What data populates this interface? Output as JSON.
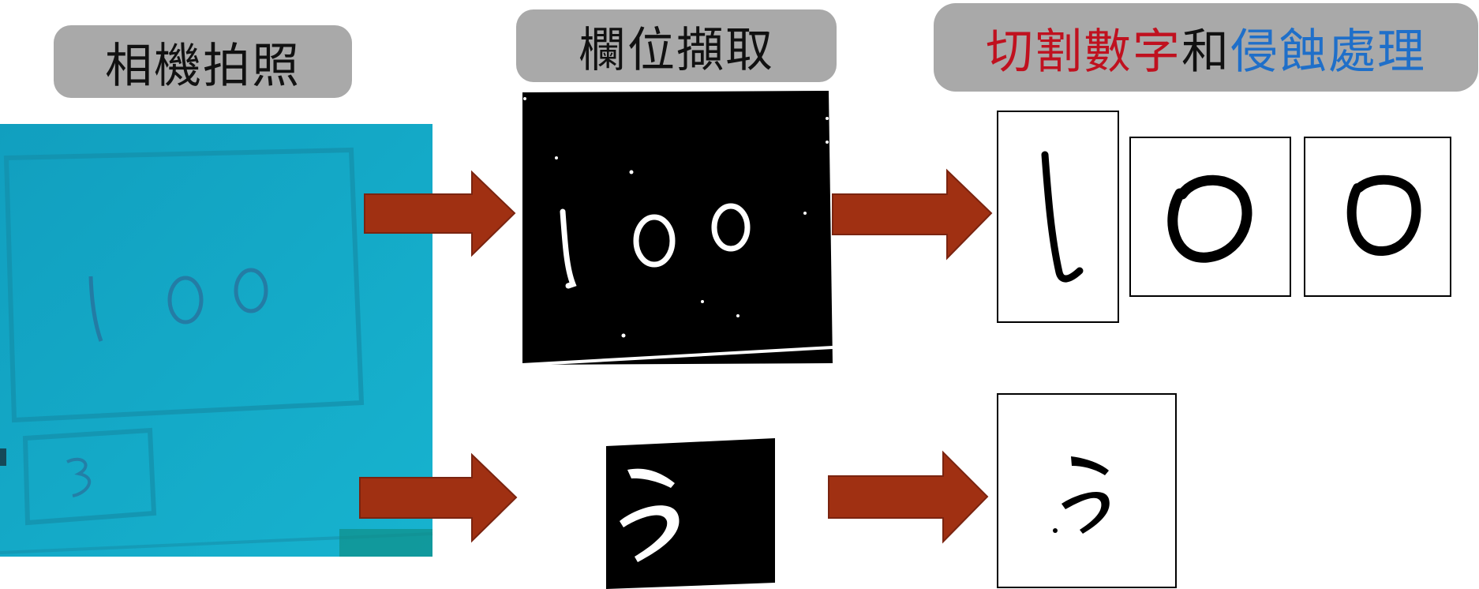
{
  "labels": {
    "camera": "相機拍照",
    "field_extract": "欄位擷取",
    "segment_part1": "切割數字",
    "segment_part2": "和",
    "segment_part3": "侵蝕處理"
  },
  "colors": {
    "label_bg": "#a9a9a9",
    "arrow": "#a03012",
    "segment_red": "#c0111f",
    "segment_blue": "#1f6fc9",
    "photo_bg": "#13a9c8"
  }
}
